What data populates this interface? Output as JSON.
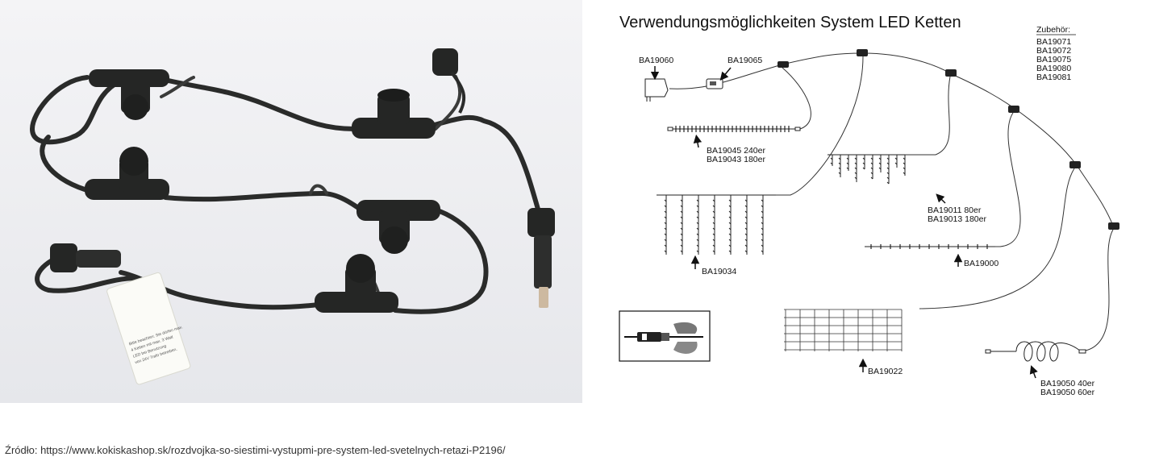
{
  "diagram": {
    "title": "Verwendungsmöglichkeiten System LED Ketten",
    "accessories_heading": "Zubehör:",
    "accessories": [
      "BA19071",
      "BA19072",
      "BA19075",
      "BA19080",
      "BA19081"
    ],
    "labels": {
      "transformer": "BA19060",
      "controller": "BA19065",
      "string_a1": "BA19045 240er",
      "string_a2": "BA19043 180er",
      "icicle_a1": "BA19011 80er",
      "icicle_a2": "BA19013 180er",
      "curtain": "BA19034",
      "line": "BA19000",
      "net": "BA19022",
      "coil_1": "BA19050 40er",
      "coil_2": "BA19050 60er"
    }
  },
  "photo": {
    "tag_text": [
      "Bitte beachten: Sie dürfen max.",
      "4 Ketten mit max. 3 Watt",
      "LED bei Benutzung",
      "von 24V Trafo betreiben."
    ]
  },
  "source": {
    "text": "Źródło: https://www.kokiskashop.sk/rozdvojka-so-siestimi-vystupmi-pre-system-led-svetelnych-retazi-P2196/"
  }
}
